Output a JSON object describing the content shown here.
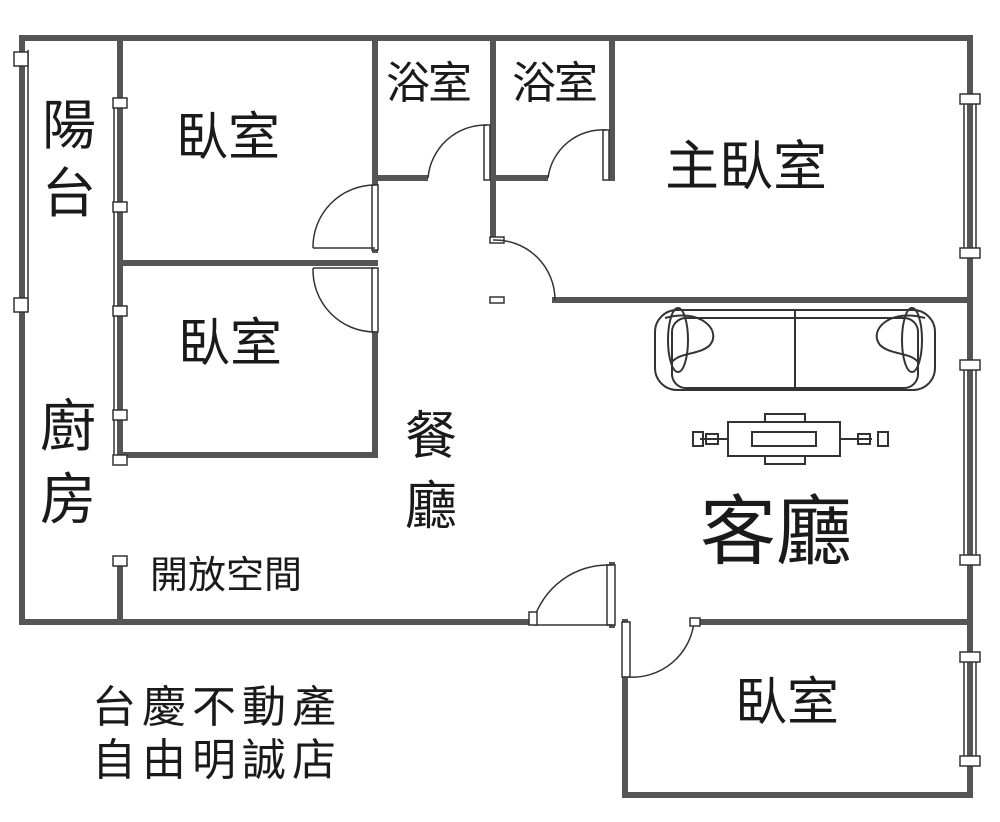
{
  "rooms": {
    "balcony": "陽台",
    "bedroom_top_left": "臥室",
    "bath_left": "浴室",
    "bath_right": "浴室",
    "master_bedroom": "主臥室",
    "bedroom_mid_left": "臥室",
    "dining": "餐廳",
    "kitchen": "廚房",
    "open_space": "開放空間",
    "living_room": "客廳",
    "bedroom_bottom_right": "臥室"
  },
  "agency": {
    "line1": "台慶不動產",
    "line2": "自由明誠店"
  },
  "colors": {
    "wall": "#555555",
    "line": "#333333",
    "text": "#1a1a1a"
  }
}
